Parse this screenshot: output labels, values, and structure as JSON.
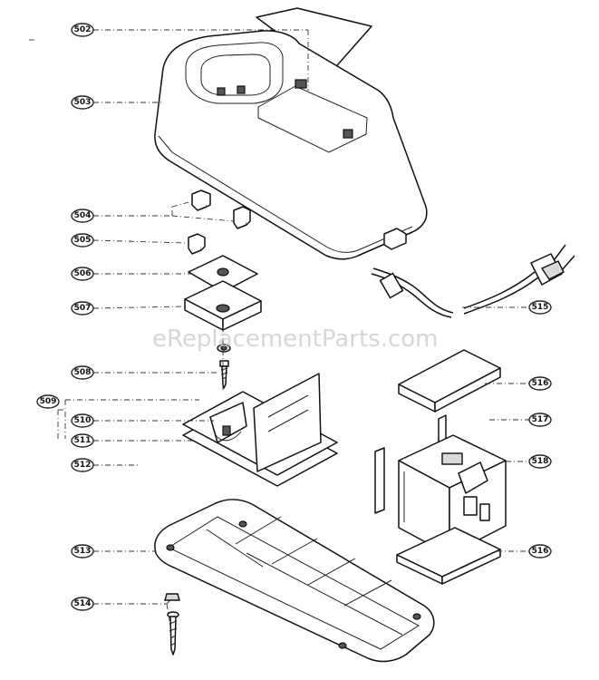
{
  "watermark": "eReplacementParts.com",
  "callouts": [
    "502",
    "503",
    "504",
    "505",
    "506",
    "507",
    "508",
    "509",
    "510",
    "511",
    "512",
    "513",
    "514",
    "515",
    "516",
    "517",
    "518",
    "516"
  ]
}
